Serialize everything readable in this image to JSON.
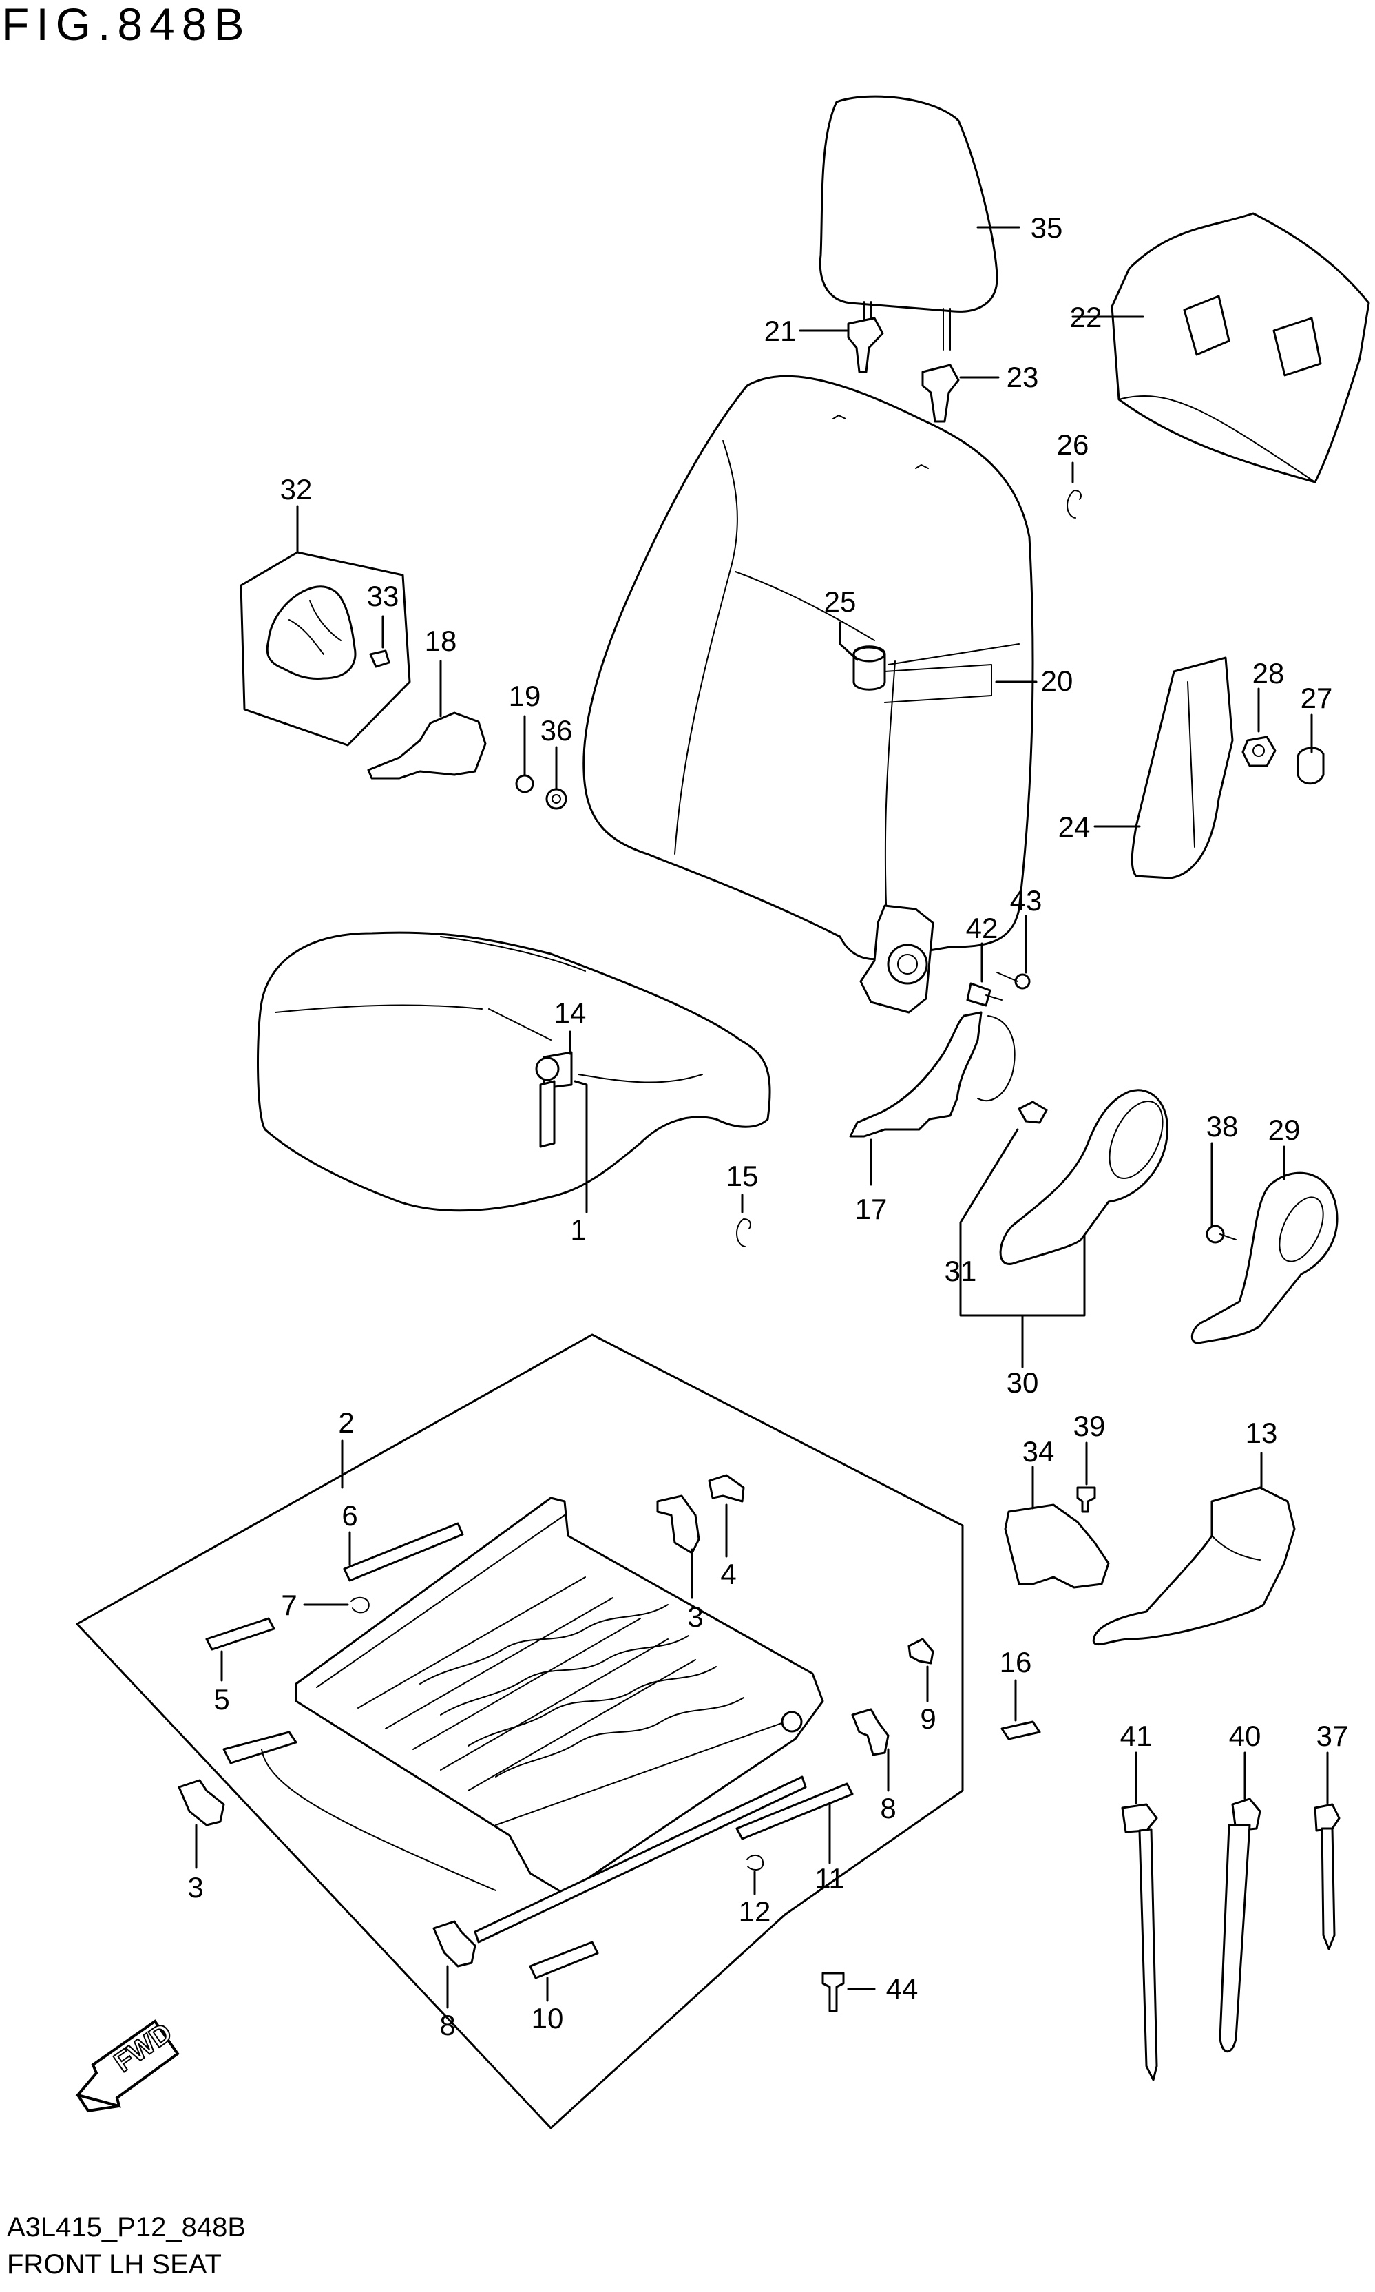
{
  "figure": {
    "title": "FIG.848B",
    "code": "A3L415_P12_848B",
    "caption": "FRONT LH SEAT"
  },
  "fwd_label": "FWD",
  "callouts": [
    "1",
    "2",
    "3",
    "4",
    "5",
    "6",
    "7",
    "8",
    "9",
    "10",
    "11",
    "12",
    "13",
    "14",
    "15",
    "16",
    "17",
    "18",
    "19",
    "20",
    "21",
    "22",
    "23",
    "24",
    "25",
    "26",
    "27",
    "28",
    "29",
    "30",
    "31",
    "32",
    "33",
    "34",
    "35",
    "36",
    "37",
    "38",
    "39",
    "40",
    "41",
    "42",
    "43",
    "44"
  ],
  "callout_positions": {
    "1": "3",
    "3b": "3",
    "8b": "8"
  }
}
